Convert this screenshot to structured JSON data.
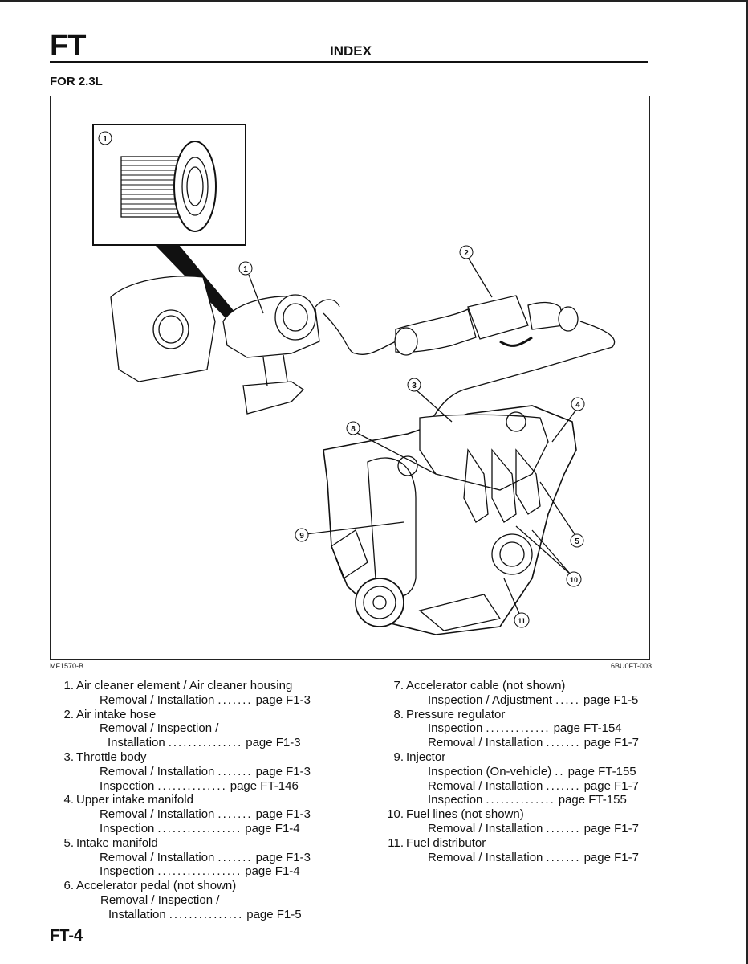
{
  "header": {
    "section_code": "FT",
    "title": "INDEX"
  },
  "subheading": "FOR 2.3L",
  "figure": {
    "code_left": "MF1570-B",
    "code_right": "6BU0FT-003",
    "callouts": [
      "1",
      "1",
      "2",
      "3",
      "4",
      "5",
      "8",
      "9",
      "10",
      "11"
    ]
  },
  "index_left": [
    {
      "num": "1.",
      "title": "Air cleaner element / Air cleaner housing",
      "subs": [
        {
          "label": "Removal / Installation",
          "dots": ".......",
          "page": "page F1-3",
          "indent": 32
        }
      ]
    },
    {
      "num": "2.",
      "title": "Air intake hose",
      "subs": [
        {
          "label": "Removal / Inspection /",
          "dots": "",
          "page": "",
          "indent": 32
        },
        {
          "label": "Installation",
          "dots": "...............",
          "page": "page F1-3",
          "indent": 42
        }
      ]
    },
    {
      "num": "3.",
      "title": "Throttle body",
      "subs": [
        {
          "label": "Removal / Installation",
          "dots": ".......",
          "page": "page F1-3",
          "indent": 32
        },
        {
          "label": "Inspection",
          "dots": "..............",
          "page": "page FT-146",
          "indent": 32
        }
      ]
    },
    {
      "num": "4.",
      "title": "Upper intake manifold",
      "subs": [
        {
          "label": "Removal / Installation",
          "dots": ".......",
          "page": "page F1-3",
          "indent": 32
        },
        {
          "label": "Inspection",
          "dots": ".................",
          "page": "page F1-4",
          "indent": 32
        }
      ]
    },
    {
      "num": "5.",
      "title": "Intake manifold",
      "subs": [
        {
          "label": "Removal / Installation",
          "dots": ".......",
          "page": "page F1-3",
          "indent": 32
        },
        {
          "label": "Inspection",
          "dots": ".................",
          "page": "page F1-4",
          "indent": 32
        }
      ]
    },
    {
      "num": "6.",
      "title": "Accelerator pedal (not shown)",
      "subs": [
        {
          "label": "Removal / Inspection /",
          "dots": "",
          "page": "",
          "indent": 33
        },
        {
          "label": "Installation",
          "dots": "...............",
          "page": "page F1-5",
          "indent": 43
        }
      ]
    }
  ],
  "index_right": [
    {
      "num": "7.",
      "title": "Accelerator cable (not shown)",
      "subs": [
        {
          "label": "Inspection / Adjustment",
          "dots": ".....",
          "page": "page F1-5",
          "indent": 30
        }
      ]
    },
    {
      "num": "8.",
      "title": "Pressure regulator",
      "subs": [
        {
          "label": "Inspection",
          "dots": ".............",
          "page": "page FT-154",
          "indent": 30
        },
        {
          "label": "Removal / Installation",
          "dots": ".......",
          "page": "page F1-7",
          "indent": 30
        }
      ]
    },
    {
      "num": "9.",
      "title": "Injector",
      "subs": [
        {
          "label": "Inspection (On-vehicle)",
          "dots": "..",
          "page": "page FT-155",
          "indent": 30
        },
        {
          "label": "Removal / Installation",
          "dots": ".......",
          "page": "page F1-7",
          "indent": 30
        },
        {
          "label": "Inspection",
          "dots": "..............",
          "page": "page FT-155",
          "indent": 30
        }
      ]
    },
    {
      "num": "10.",
      "title": "Fuel lines (not shown)",
      "subs": [
        {
          "label": "Removal / Installation",
          "dots": ".......",
          "page": "page F1-7",
          "indent": 30
        }
      ]
    },
    {
      "num": "11.",
      "title": "Fuel distributor",
      "subs": [
        {
          "label": "Removal / Installation",
          "dots": ".......",
          "page": "page F1-7",
          "indent": 30
        }
      ]
    }
  ],
  "footer": {
    "page_number": "FT-4"
  }
}
